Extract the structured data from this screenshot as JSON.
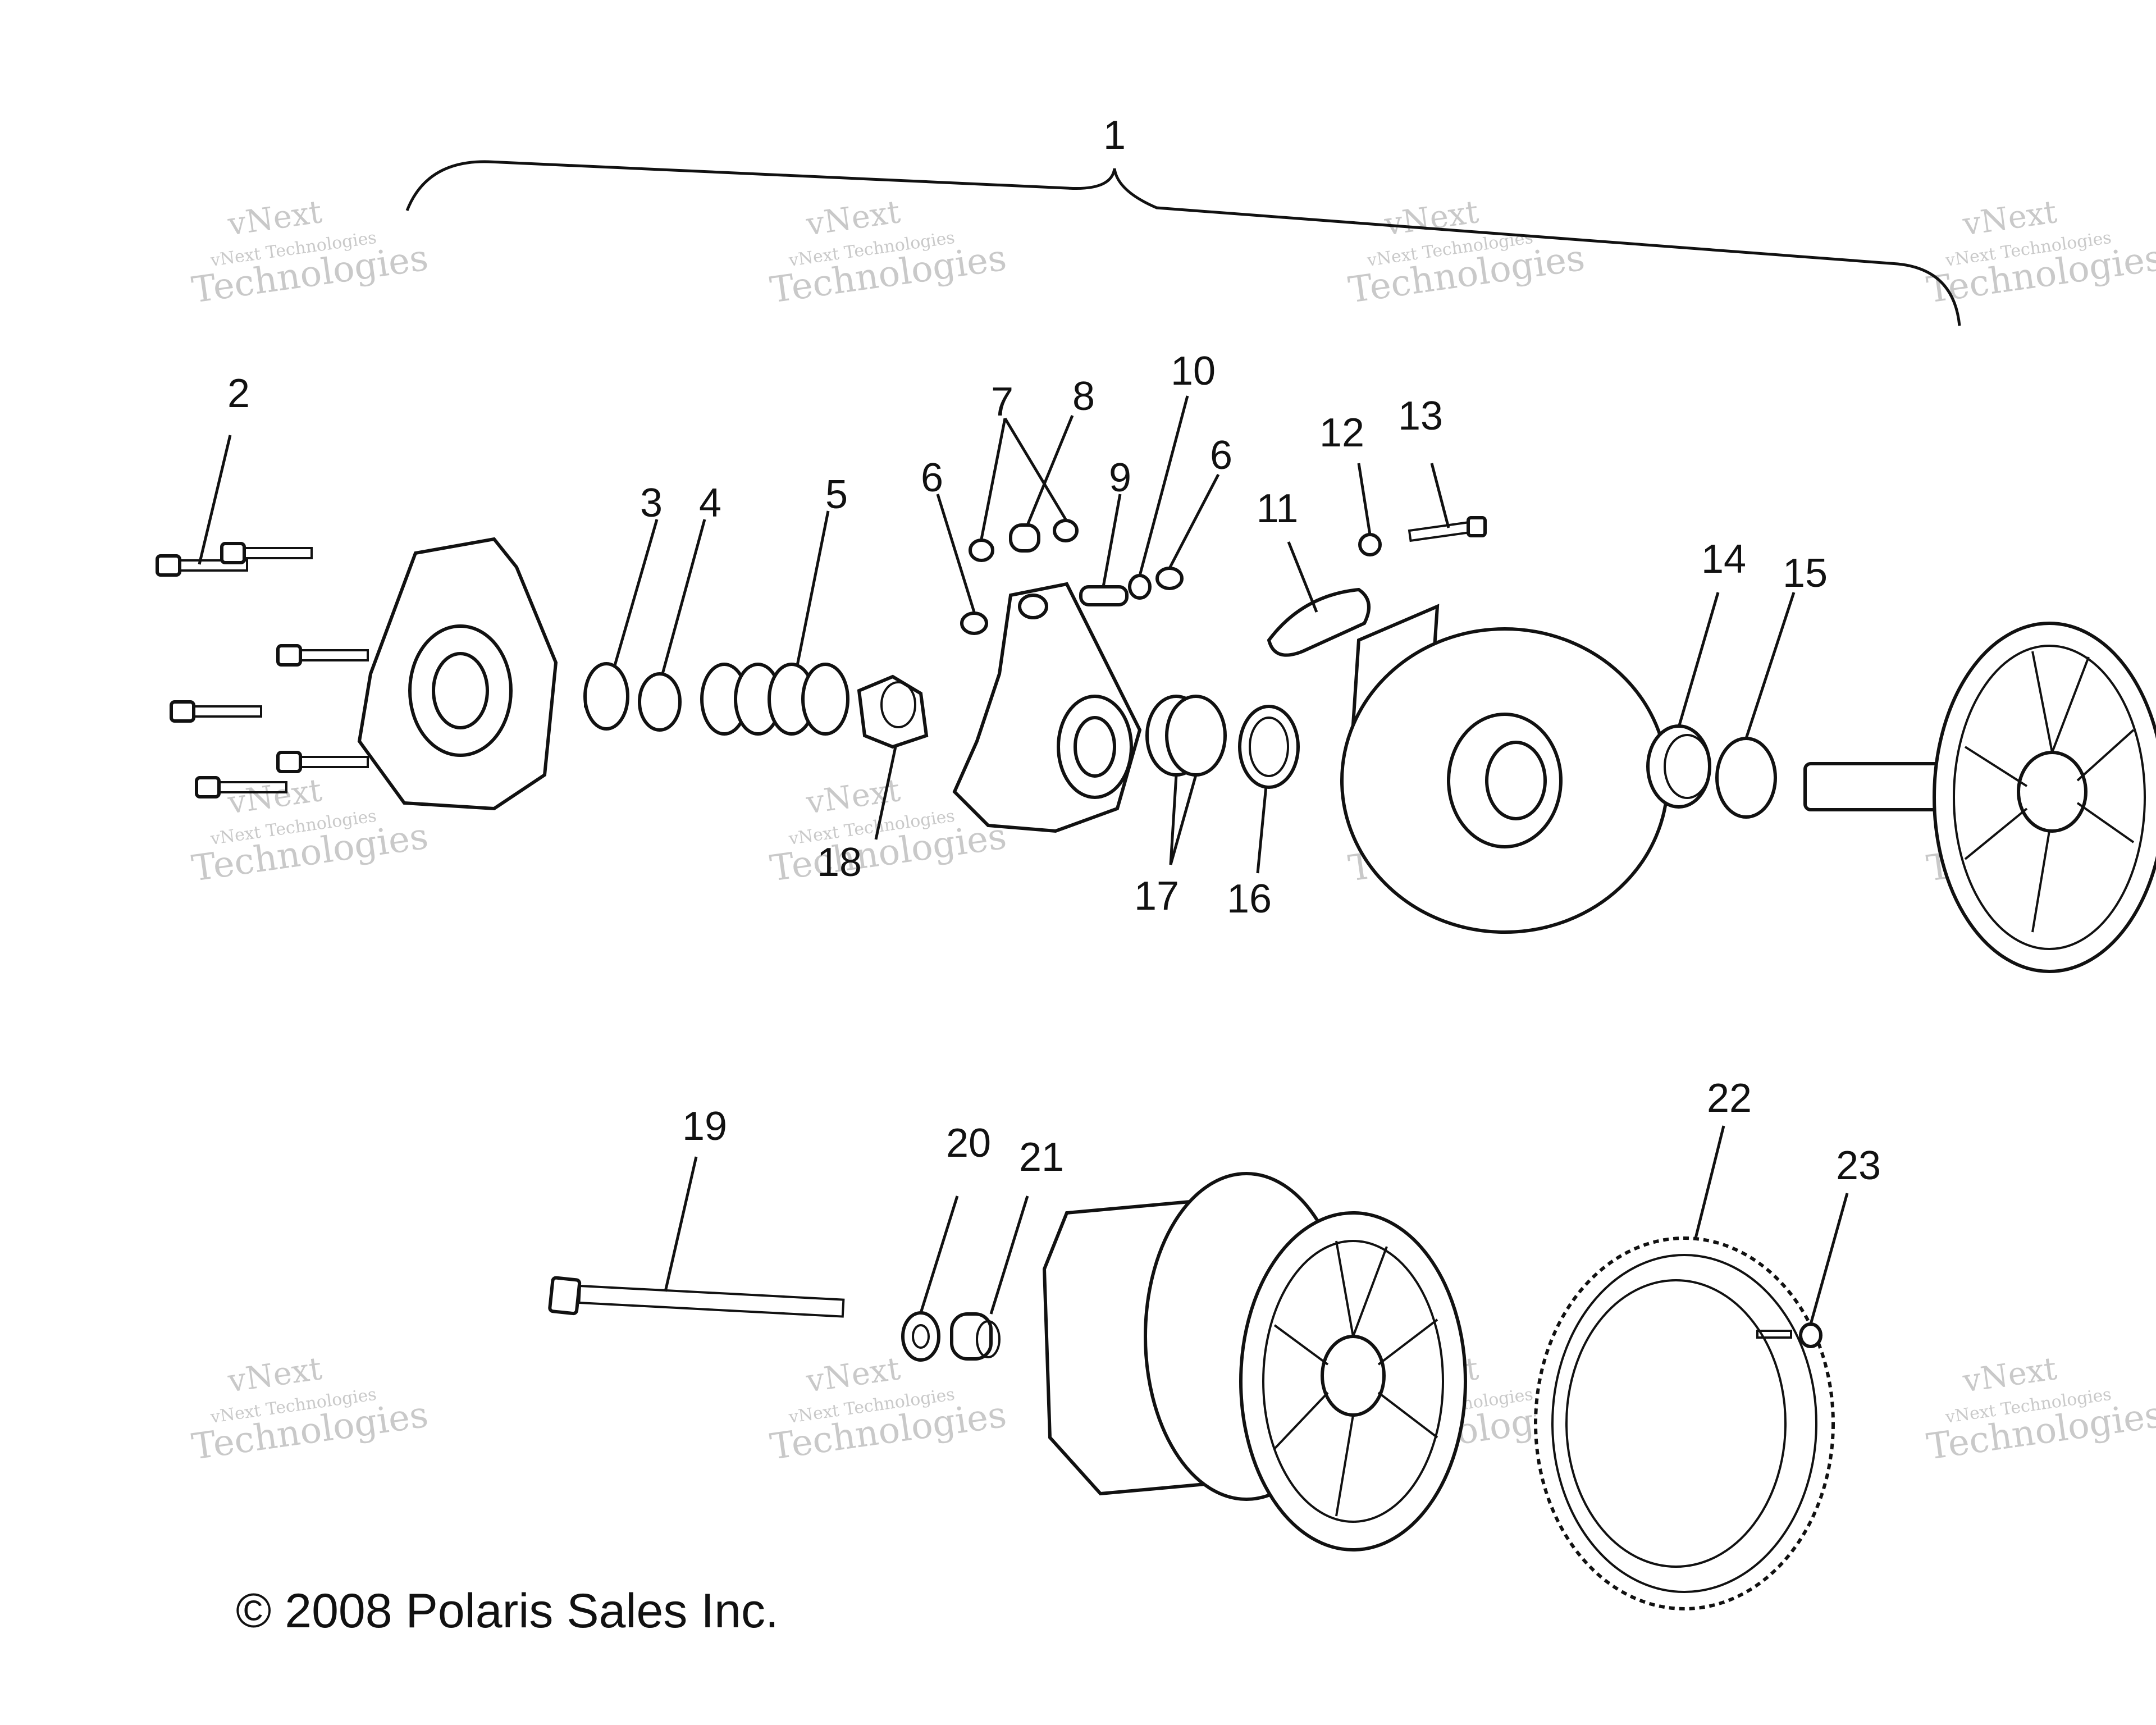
{
  "callouts": [
    "1",
    "2",
    "3",
    "4",
    "5",
    "6",
    "7",
    "8",
    "9",
    "10",
    "6",
    "11",
    "12",
    "13",
    "14",
    "15",
    "16",
    "17",
    "18",
    "19",
    "20",
    "21",
    "22",
    "23"
  ],
  "watermark": {
    "line1": "vNext",
    "line2": "vNext Technologies",
    "line3": "Technologies"
  },
  "copyright": "© 2008 Polaris Sales Inc."
}
